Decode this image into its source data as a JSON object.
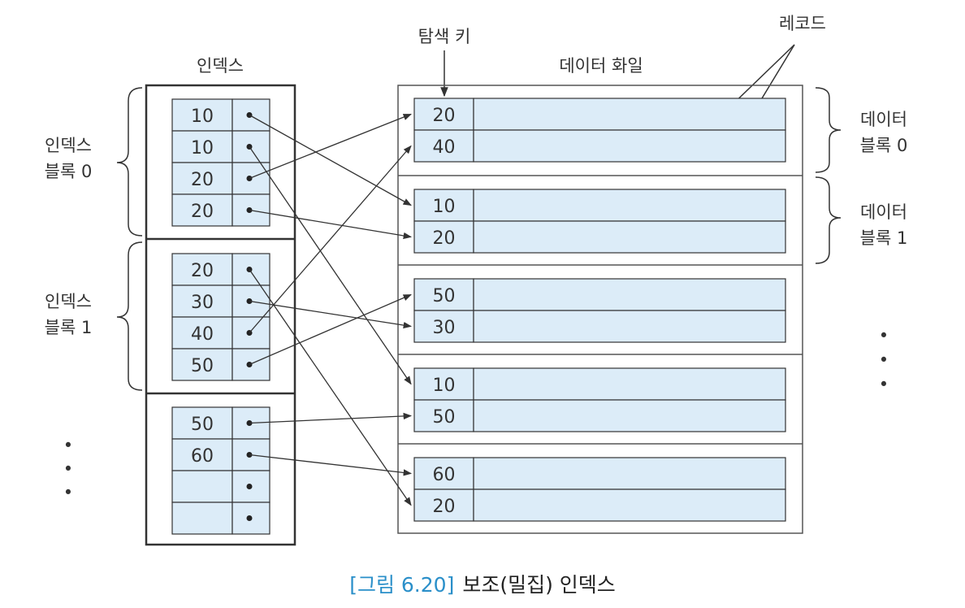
{
  "labels": {
    "index_title": "인덱스",
    "search_key": "탐색 키",
    "data_file": "데이터 화일",
    "record": "레코드",
    "index_block_0": [
      "인덱스",
      "블록 0"
    ],
    "index_block_1": [
      "인덱스",
      "블록 1"
    ],
    "data_block_0": [
      "데이터",
      "블록 0"
    ],
    "data_block_1": [
      "데이터",
      "블록 1"
    ]
  },
  "index_blocks": [
    {
      "keys": [
        "10",
        "10",
        "20",
        "20"
      ]
    },
    {
      "keys": [
        "20",
        "30",
        "40",
        "50"
      ]
    },
    {
      "keys": [
        "50",
        "60",
        "",
        ""
      ]
    }
  ],
  "data_blocks": [
    {
      "keys": [
        "20",
        "40"
      ]
    },
    {
      "keys": [
        "10",
        "20"
      ]
    },
    {
      "keys": [
        "50",
        "30"
      ]
    },
    {
      "keys": [
        "10",
        "50"
      ]
    },
    {
      "keys": [
        "60",
        "20"
      ]
    }
  ],
  "pointers": [
    {
      "from": [
        0,
        0
      ],
      "to": [
        1,
        0
      ]
    },
    {
      "from": [
        0,
        1
      ],
      "to": [
        3,
        0
      ]
    },
    {
      "from": [
        0,
        2
      ],
      "to": [
        0,
        0
      ]
    },
    {
      "from": [
        0,
        3
      ],
      "to": [
        1,
        1
      ]
    },
    {
      "from": [
        1,
        0
      ],
      "to": [
        4,
        1
      ]
    },
    {
      "from": [
        1,
        1
      ],
      "to": [
        2,
        1
      ]
    },
    {
      "from": [
        1,
        2
      ],
      "to": [
        0,
        1
      ]
    },
    {
      "from": [
        1,
        3
      ],
      "to": [
        2,
        0
      ]
    },
    {
      "from": [
        2,
        0
      ],
      "to": [
        3,
        1
      ]
    },
    {
      "from": [
        2,
        1
      ],
      "to": [
        4,
        0
      ]
    }
  ],
  "ellipsis_dot": "•",
  "caption": {
    "number": "[그림 6.20]",
    "title": "보조(밀집) 인덱스"
  },
  "colors": {
    "cell_fill": "#dcecf8",
    "border": "#333333",
    "caption_number": "#2a8fc9"
  }
}
